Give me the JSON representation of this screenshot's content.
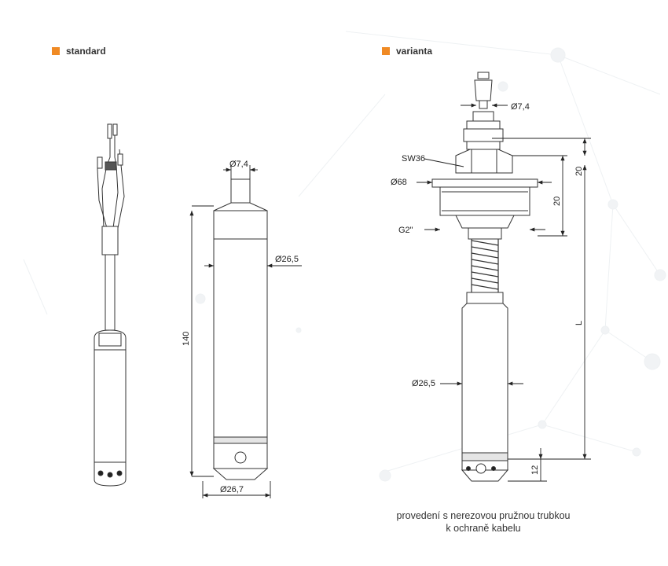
{
  "colors": {
    "marker": "#f08a24",
    "line": "#222222",
    "background_net": "#e9edf0"
  },
  "sections": {
    "standard": {
      "title": "standard"
    },
    "variant": {
      "title": "varianta"
    }
  },
  "dimensions": {
    "standard_cable_diameter": "Ø7,4",
    "standard_body_diameter": "Ø26,5",
    "standard_tip_diameter": "Ø26,7",
    "standard_length": "140",
    "variant_cable_diameter": "Ø7,4",
    "variant_hex": "SW36",
    "variant_flange_diameter": "Ø68",
    "variant_thread": "G2\"",
    "variant_height_top": "20",
    "variant_height_thread": "20",
    "variant_length": "L",
    "variant_body_diameter": "Ø26,5",
    "variant_tip_height": "12"
  },
  "caption": {
    "line1": "provedení s nerezovou pružnou trubkou",
    "line2": "k ochraně kabelu"
  }
}
